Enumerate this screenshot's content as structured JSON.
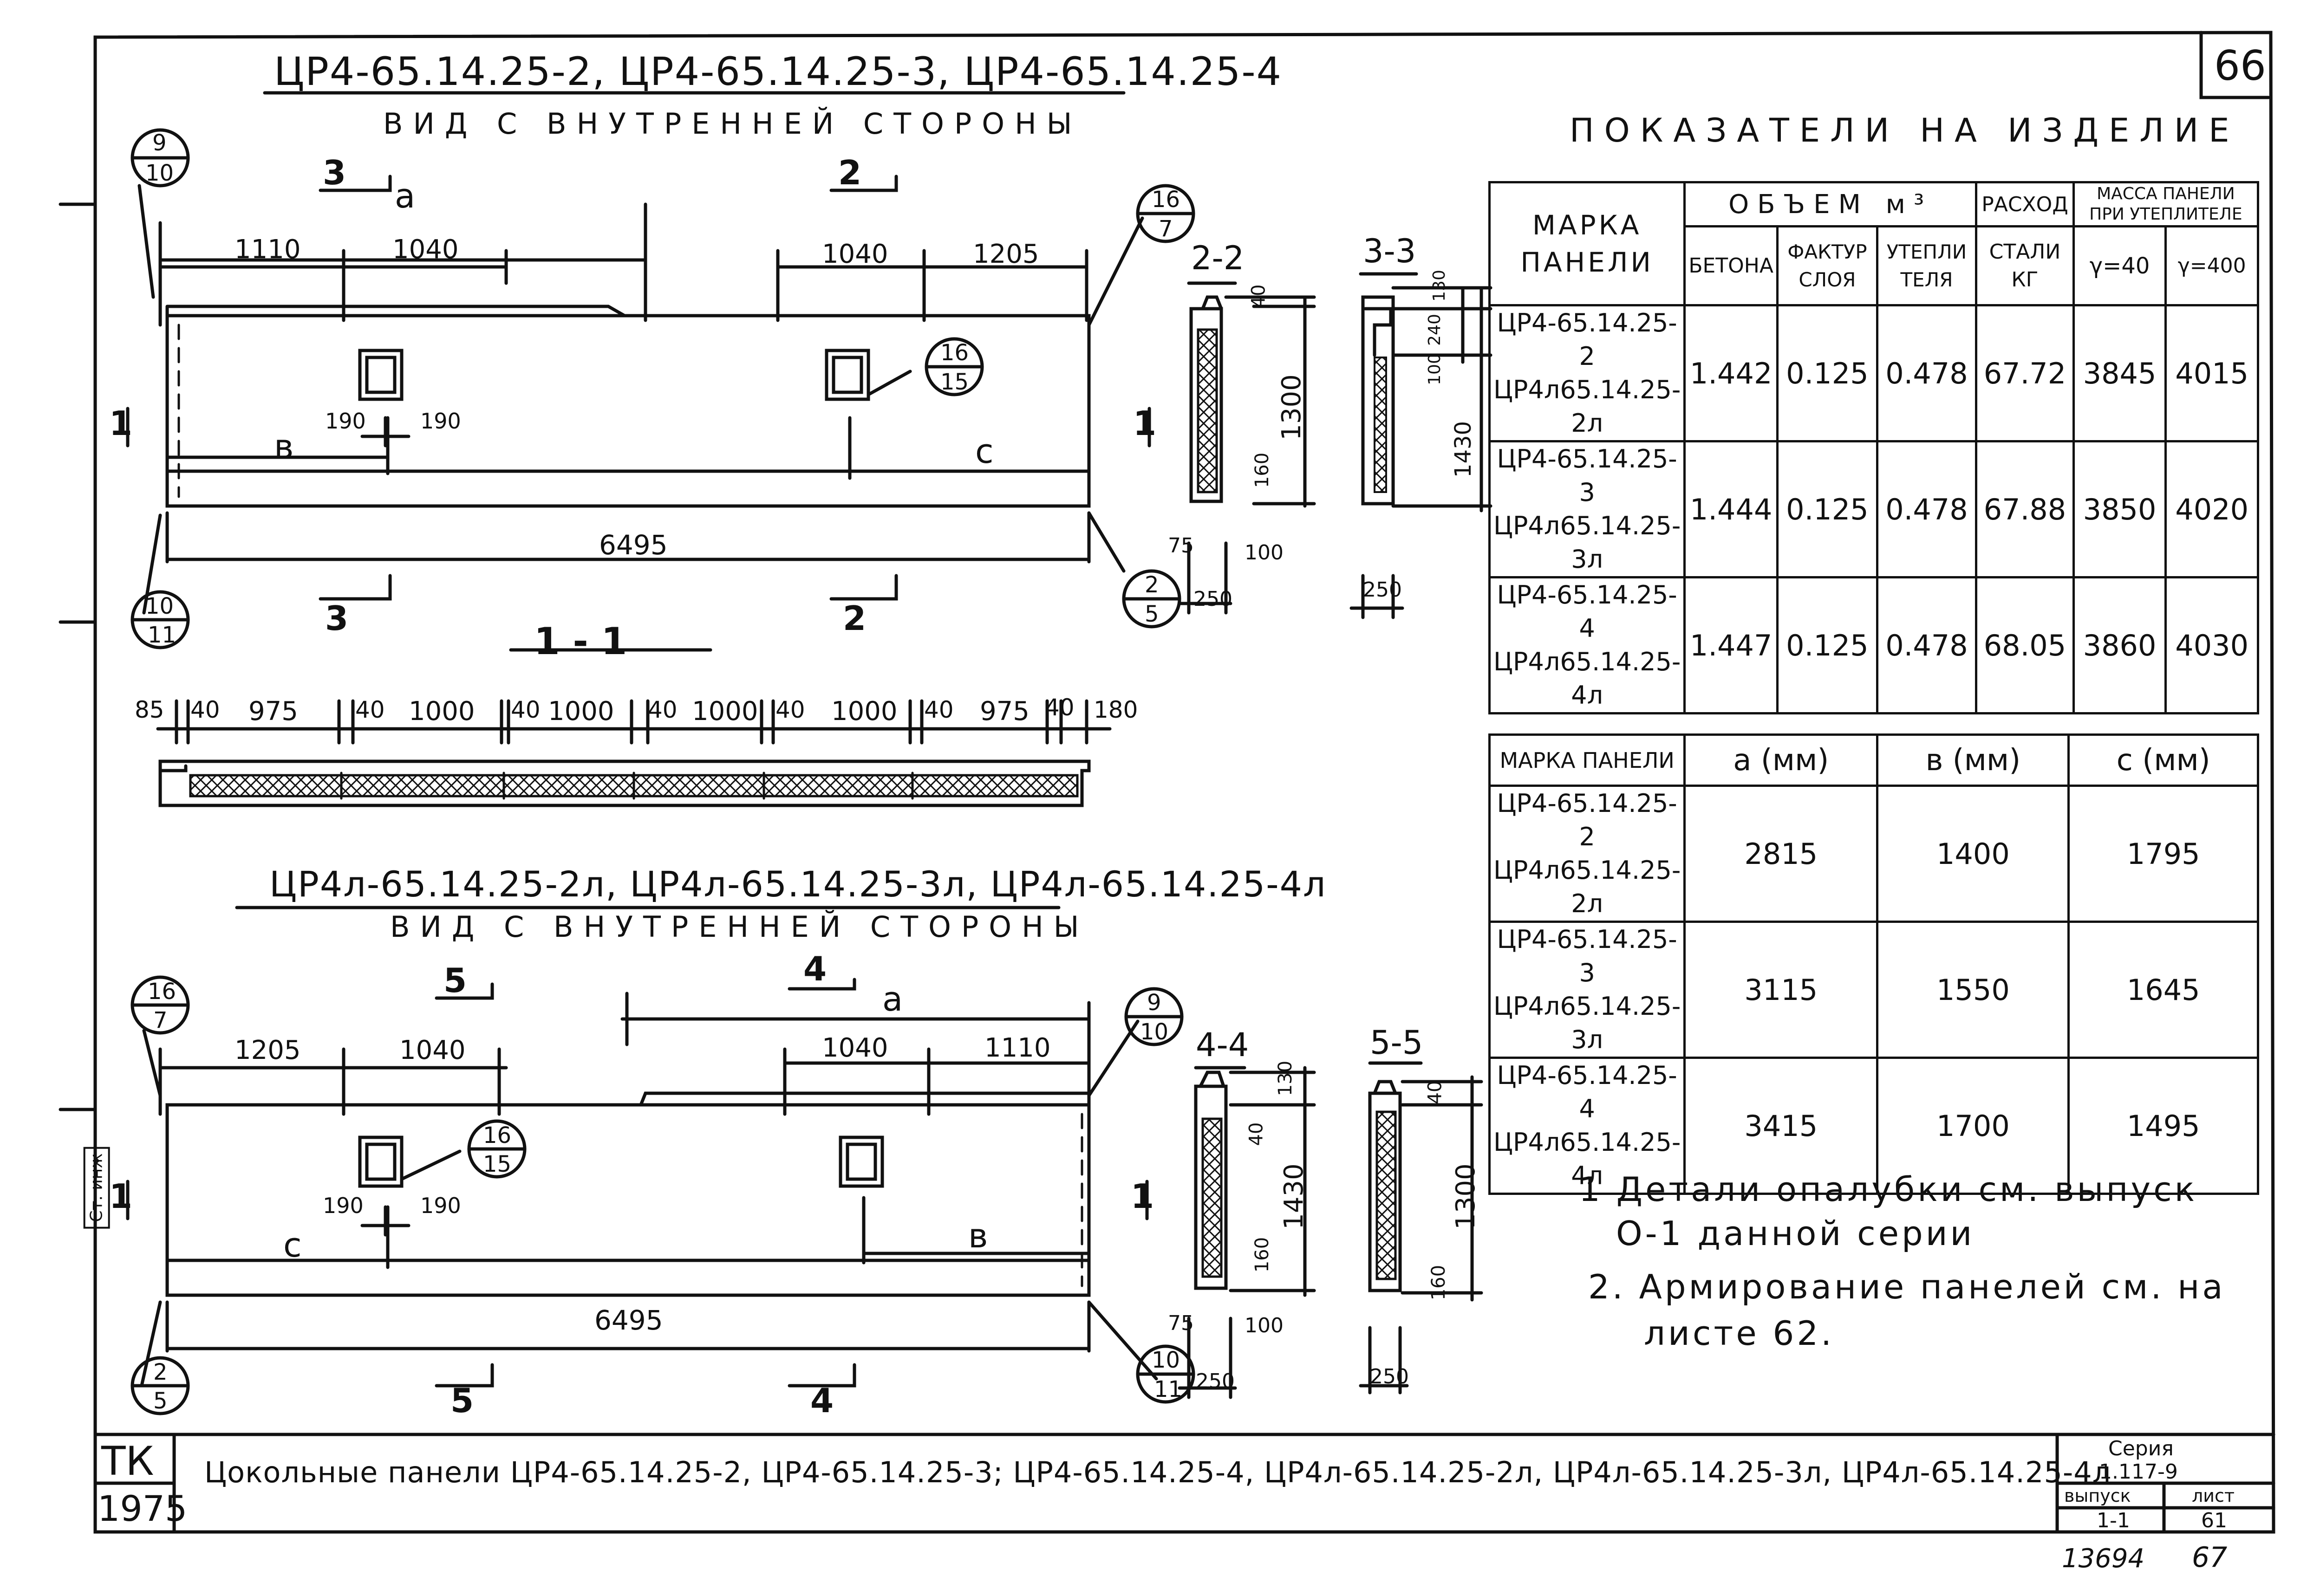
{
  "sheet_number": "66",
  "top_title": "ЦР4-65.14.25-2, ЦР4-65.14.25-3, ЦР4-65.14.25-4",
  "top_view_label": "ВИД С ВНУТРЕННЕЙ СТОРОНЫ",
  "bottom_title": "ЦР4л-65.14.25-2л, ЦР4л-65.14.25-3л, ЦР4л-65.14.25-4л",
  "bottom_view_label": "ВИД С ВНУТРЕННЕЙ СТОРОНЫ",
  "callouts": {
    "c9_10": {
      "top": "9",
      "bottom": "10"
    },
    "c10_11": {
      "top": "10",
      "bottom": "11"
    },
    "c16_7": {
      "top": "16",
      "bottom": "7"
    },
    "c2_5": {
      "top": "2",
      "bottom": "5"
    },
    "c16_15": {
      "top": "16",
      "bottom": "15"
    }
  },
  "top_panel": {
    "dims": [
      "1110",
      "1040",
      "1040",
      "1205",
      "190",
      "190",
      "6495"
    ],
    "letters": {
      "a": "а",
      "b": "в",
      "c": "с"
    },
    "section_marks": {
      "s3": "3",
      "s2": "2",
      "s1": "1"
    }
  },
  "bottom_panel": {
    "dims": [
      "1205",
      "1040",
      "1040",
      "1110",
      "190",
      "190",
      "6495"
    ],
    "letters": {
      "a": "а",
      "b": "в",
      "c": "с"
    },
    "section_marks": {
      "s5": "5",
      "s4": "4",
      "s1": "1"
    }
  },
  "section_1_1": {
    "label": "1 - 1",
    "dims": [
      "85",
      "40",
      "975",
      "40",
      "1000",
      "40",
      "1000",
      "40",
      "1000",
      "40",
      "1000",
      "40",
      "975",
      "40",
      "180"
    ]
  },
  "sections": {
    "s2_2": {
      "label": "2-2",
      "dims": [
        "40",
        "1300",
        "160",
        "75",
        "100",
        "250"
      ]
    },
    "s3_3": {
      "label": "3-3",
      "dims": [
        "130",
        "240",
        "100",
        "1430",
        "250"
      ]
    },
    "s4_4": {
      "label": "4-4",
      "dims": [
        "130",
        "40",
        "1430",
        "160",
        "75",
        "100",
        "250"
      ]
    },
    "s5_5": {
      "label": "5-5",
      "dims": [
        "40",
        "1300",
        "160",
        "250"
      ]
    }
  },
  "indicators": {
    "title": "ПОКАЗАТЕЛИ НА ИЗДЕЛИЕ",
    "headers": {
      "mark": "МАРКА ПАНЕЛИ",
      "volume": "ОБЪЕМ м³",
      "concrete": "БЕТОНА",
      "facing": "ФАКТУР СЛОЯ",
      "insulation": "УТЕПЛИ ТЕЛЯ",
      "steel_group": "РАСХОД",
      "steel": "СТАЛИ КГ",
      "mass_group": "МАССА ПАНЕЛИ ПРИ УТЕПЛИТЕЛЕ",
      "mass1": "γ=40",
      "mass2": "γ=400"
    },
    "rows": [
      {
        "mark1": "ЦР4-65.14.25-2",
        "mark2": "ЦР4л65.14.25-2л",
        "concrete": "1.442",
        "facing": "0.125",
        "insulation": "0.478",
        "steel": "67.72",
        "mass1": "3845",
        "mass2": "4015"
      },
      {
        "mark1": "ЦР4-65.14.25-3",
        "mark2": "ЦР4л65.14.25-3л",
        "concrete": "1.444",
        "facing": "0.125",
        "insulation": "0.478",
        "steel": "67.88",
        "mass1": "3850",
        "mass2": "4020"
      },
      {
        "mark1": "ЦР4-65.14.25-4",
        "mark2": "ЦР4л65.14.25-4л",
        "concrete": "1.447",
        "facing": "0.125",
        "insulation": "0.478",
        "steel": "68.05",
        "mass1": "3860",
        "mass2": "4030"
      }
    ]
  },
  "dims_table": {
    "headers": {
      "mark": "МАРКА ПАНЕЛИ",
      "a": "а (мм)",
      "b": "в (мм)",
      "c": "с (мм)"
    },
    "rows": [
      {
        "mark1": "ЦР4-65.14.25-2",
        "mark2": "ЦР4л65.14.25-2л",
        "a": "2815",
        "b": "1400",
        "c": "1795"
      },
      {
        "mark1": "ЦР4-65.14.25-3",
        "mark2": "ЦР4л65.14.25-3л",
        "a": "3115",
        "b": "1550",
        "c": "1645"
      },
      {
        "mark1": "ЦР4-65.14.25-4",
        "mark2": "ЦР4л65.14.25-4л",
        "a": "3415",
        "b": "1700",
        "c": "1495"
      }
    ]
  },
  "notes": [
    "1 Детали опалубки см. выпуск",
    "О-1 данной серии",
    "2. Армирование панелей см. на",
    "листе 62."
  ],
  "side_stamp": "Ст. инж",
  "stamp": {
    "org": "ТК",
    "year": "1975",
    "title": "Цокольные панели ЦР4-65.14.25-2, ЦР4-65.14.25-3; ЦР4-65.14.25-4, ЦР4л-65.14.25-2л, ЦР4л-65.14.25-3л, ЦР4л-65.14.25-4л",
    "series_label": "Серия",
    "series": "1.117-9",
    "issue_label": "выпуск",
    "issue": "1-1",
    "sheet_label": "лист",
    "sheet": "61"
  },
  "footer": {
    "left": "13694",
    "right": "67"
  }
}
